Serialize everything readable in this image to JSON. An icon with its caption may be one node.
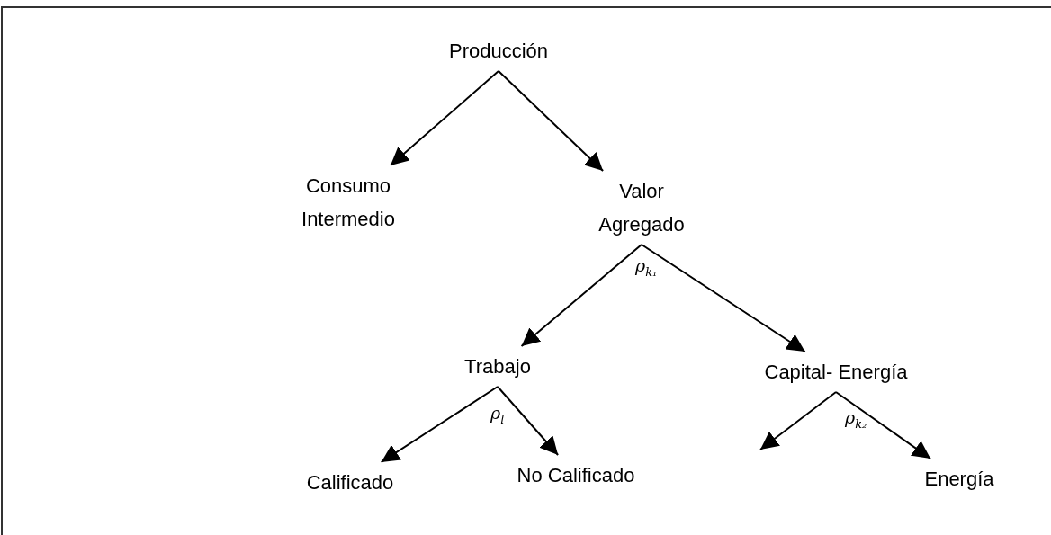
{
  "diagram": {
    "nodes": [
      {
        "text": [
          "Producción"
        ]
      },
      {
        "text": [
          "Consumo Intermedio"
        ]
      },
      {
        "text": [
          "Valor Agregado"
        ],
        "beside": [
          "ρ$_{k₁}$"
        ]
      },
      {
        "text": [
          "Trabajo"
        ],
        "beside": [
          "ρ$_{l}$"
        ]
      },
      {
        "text": [
          "Capital- Energía"
        ],
        "beside": [
          "ρ$_{k₂}$"
        ]
      },
      {
        "text": [
          "Calificado"
        ]
      },
      {
        "text": [
          "No Calificado"
        ]
      },
      {
        "text": [
          "Energía"
        ]
      }
    ],
    "edges": [
      {
        "from": 0,
        "to": 1,
        "arrow": "to"
      },
      {
        "from": 0,
        "to": 2,
        "arrow": "to"
      },
      {
        "from": 2,
        "to": 3,
        "arrow": "to"
      },
      {
        "from": 2,
        "to": 4,
        "arrow": "to"
      },
      {
        "from": 3,
        "to": 5,
        "arrow": "to"
      },
      {
        "from": 3,
        "to": 6,
        "arrow": "to"
      },
      {
        "from": 4,
        "to": null,
        "arrow": "to"
      },
      {
        "from": 4,
        "to": 7,
        "arrow": "to"
      }
    ]
  }
}
